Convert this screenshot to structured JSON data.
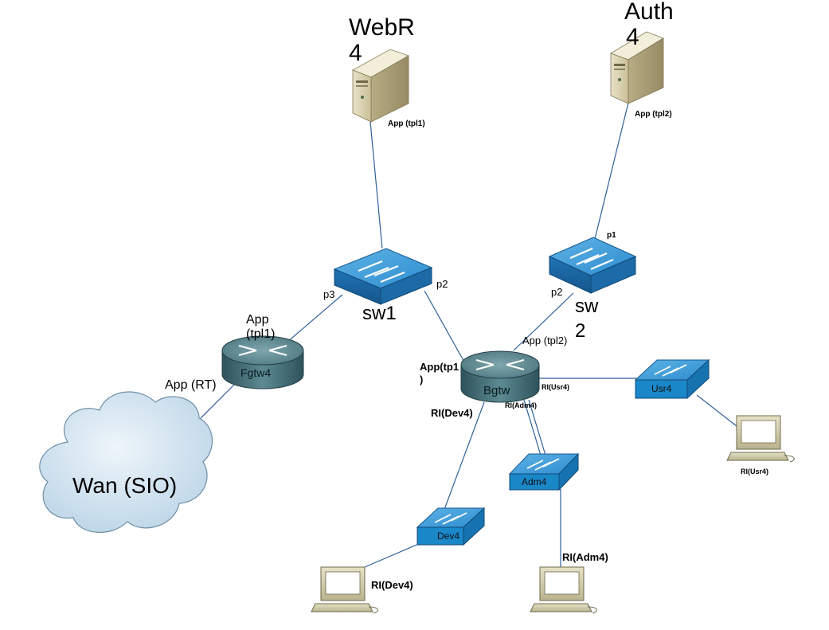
{
  "nodes": {
    "webr4": {
      "name_line1": "WebR",
      "name_line2": "4",
      "iface": "App (tpl1)"
    },
    "auth4": {
      "name_line1": "Auth",
      "name_line2": "4",
      "iface": "App (tpl2)"
    },
    "sw1": {
      "name": "sw1",
      "port_p3": "p3",
      "port_p2": "p2"
    },
    "sw2": {
      "name_line1": "sw",
      "name_line2": "2",
      "port_p1": "p1",
      "port_p2": "p2"
    },
    "fgtw4": {
      "name": "Fgtw4",
      "iface_top_line1": "App",
      "iface_top_line2": "(tpl1)",
      "iface_wan": "App  (RT)"
    },
    "bgtw": {
      "name": "Bgtw",
      "iface_app_line1": "App(tp1",
      "iface_app_line2": ")",
      "iface_app_tpl2": "App (tpl2)",
      "iface_dev": "RI(Dev4)",
      "iface_adm": "RI(Adm4)",
      "iface_usr": "RI(Usr4)"
    },
    "wan": {
      "name": "Wan (SIO)"
    },
    "usr4": {
      "name": "Usr4",
      "host_label": "RI(Usr4)"
    },
    "adm4": {
      "name": "Adm4",
      "host_label": "RI(Adm4)"
    },
    "dev4": {
      "name": "Dev4",
      "host_label": "RI(Dev4)"
    }
  },
  "colors": {
    "link": "#2f5f9a",
    "switch_blue": "#1a87c9",
    "router_teal": "#3f6b74",
    "cloud": "#c7dcea"
  }
}
